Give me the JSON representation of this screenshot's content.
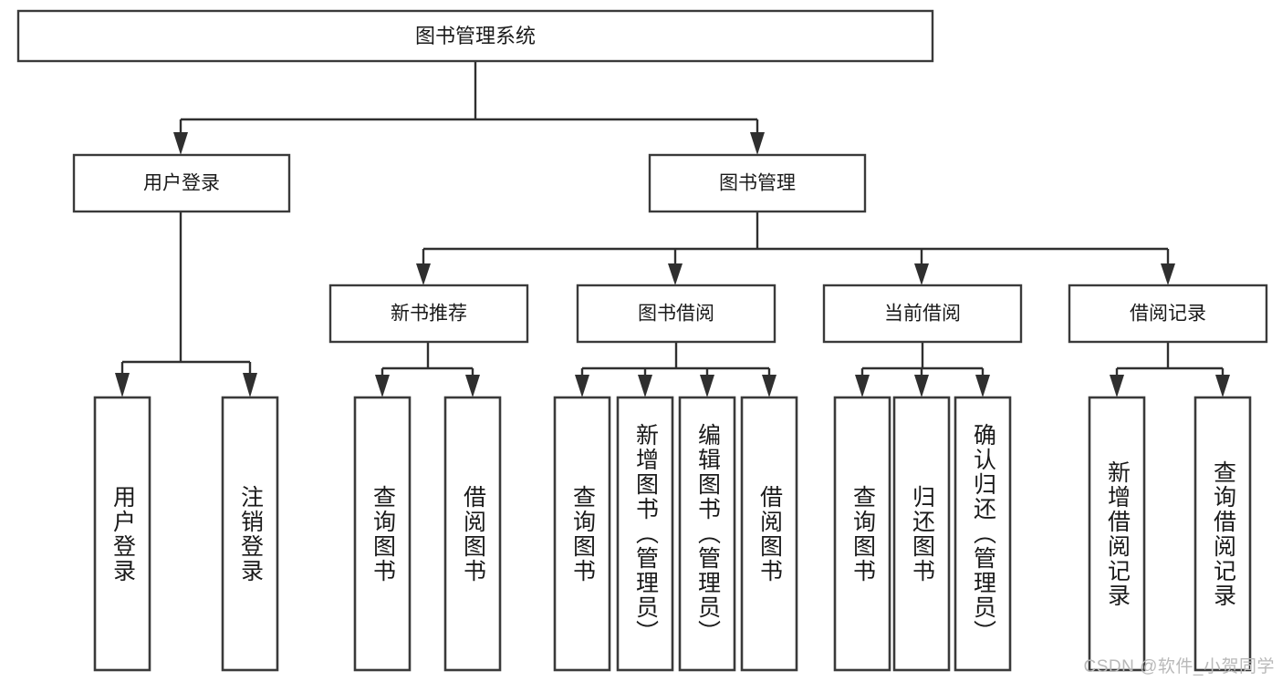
{
  "diagram": {
    "type": "tree-hierarchy",
    "title": "图书管理系统",
    "orientation": "top-down",
    "colors": {
      "background": "#ffffff",
      "node_border": "#3a3a3a",
      "connector": "#2f2f2f",
      "text": "#1a1a1a",
      "watermark": "#b9b9b9"
    },
    "root": {
      "label": "图书管理系统"
    },
    "level2": [
      {
        "label": "用户登录"
      },
      {
        "label": "图书管理"
      }
    ],
    "level3": [
      {
        "label": "新书推荐"
      },
      {
        "label": "图书借阅"
      },
      {
        "label": "当前借阅"
      },
      {
        "label": "借阅记录"
      }
    ],
    "leaves": {
      "user_login": [
        {
          "label": "用户登录"
        },
        {
          "label": "注销登录"
        }
      ],
      "new_book_recommend": [
        {
          "label": "查询图书"
        },
        {
          "label": "借阅图书"
        }
      ],
      "book_borrow": [
        {
          "label": "查询图书"
        },
        {
          "label": "新增图书（管理员）"
        },
        {
          "label": "编辑图书（管理员）"
        },
        {
          "label": "借阅图书"
        }
      ],
      "current_borrow": [
        {
          "label": "查询图书"
        },
        {
          "label": "归还图书"
        },
        {
          "label": "确认归还（管理员）"
        }
      ],
      "borrow_record": [
        {
          "label": "新增借阅记录"
        },
        {
          "label": "查询借阅记录"
        }
      ]
    }
  },
  "watermark": {
    "text": "CSDN @软件_小贺同学"
  }
}
